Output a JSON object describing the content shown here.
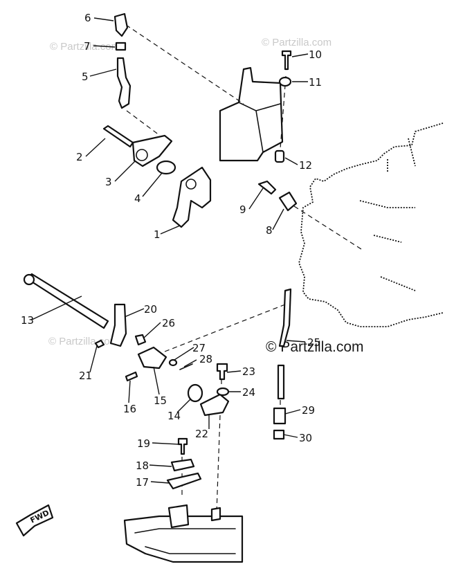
{
  "watermark": {
    "short_label": "© Partzilla.com",
    "main_label": "© Partzilla.com"
  },
  "fwd_label": "FWD",
  "callouts": [
    {
      "id": "1",
      "label": "1"
    },
    {
      "id": "2",
      "label": "2"
    },
    {
      "id": "3",
      "label": "3"
    },
    {
      "id": "4",
      "label": "4"
    },
    {
      "id": "5",
      "label": "5"
    },
    {
      "id": "6",
      "label": "6"
    },
    {
      "id": "7",
      "label": "7"
    },
    {
      "id": "8",
      "label": "8"
    },
    {
      "id": "9",
      "label": "9"
    },
    {
      "id": "10",
      "label": "10"
    },
    {
      "id": "11",
      "label": "11"
    },
    {
      "id": "12",
      "label": "12"
    },
    {
      "id": "13",
      "label": "13"
    },
    {
      "id": "14",
      "label": "14"
    },
    {
      "id": "15",
      "label": "15"
    },
    {
      "id": "16",
      "label": "16"
    },
    {
      "id": "17",
      "label": "17"
    },
    {
      "id": "18",
      "label": "18"
    },
    {
      "id": "19",
      "label": "19"
    },
    {
      "id": "20",
      "label": "20"
    },
    {
      "id": "21",
      "label": "21"
    },
    {
      "id": "22",
      "label": "22"
    },
    {
      "id": "23",
      "label": "23"
    },
    {
      "id": "24",
      "label": "24"
    },
    {
      "id": "25",
      "label": "25"
    },
    {
      "id": "26",
      "label": "26"
    },
    {
      "id": "27",
      "label": "27"
    },
    {
      "id": "28",
      "label": "28"
    },
    {
      "id": "29",
      "label": "29"
    },
    {
      "id": "30",
      "label": "30"
    }
  ]
}
